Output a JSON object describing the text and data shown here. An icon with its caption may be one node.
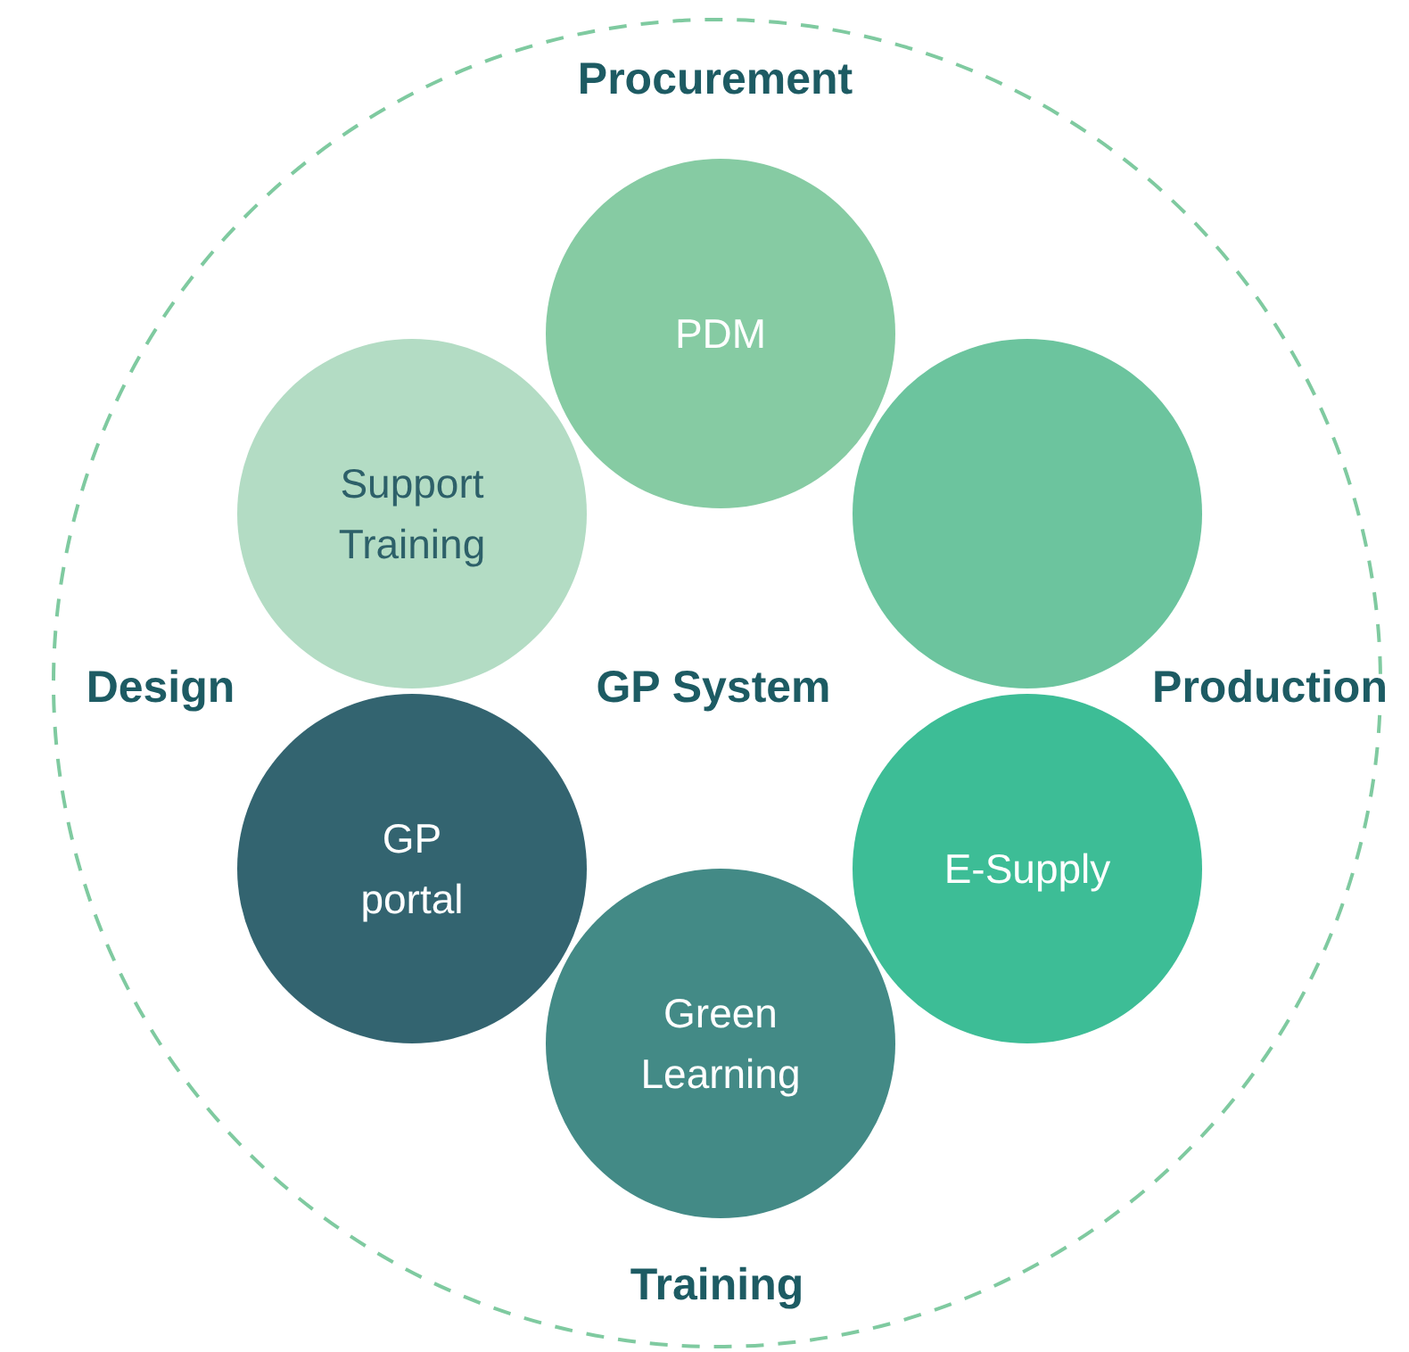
{
  "diagram": {
    "nodes": [
      {
        "text": [
          "PDM"
        ]
      },
      {
        "text": [
          "Support Training"
        ]
      },
      {
        "text": [],
        "shape": "circle"
      },
      {
        "text": [
          "GP portal"
        ]
      },
      {
        "text": [
          "E-Supply"
        ]
      },
      {
        "text": [
          "Green Learning"
        ]
      }
    ],
    "edges": [],
    "labels": [
      "Procurement",
      "Design",
      "GP System",
      "Production",
      "Training"
    ]
  }
}
